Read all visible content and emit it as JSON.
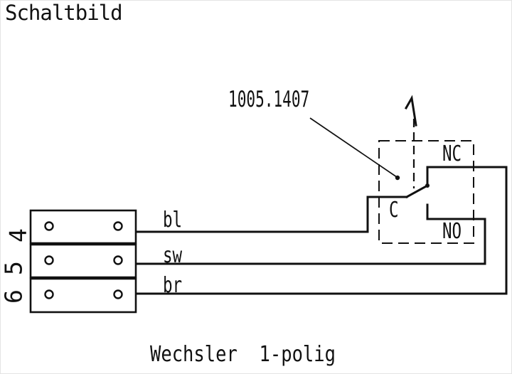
{
  "title": "Schaltbild",
  "annotation": {
    "part_number": "1005.1407"
  },
  "caption": "Wechsler  1-polig",
  "wires": [
    {
      "terminal": "4",
      "label": "bl"
    },
    {
      "terminal": "5",
      "label": "sw"
    },
    {
      "terminal": "6",
      "label": "br"
    }
  ],
  "switch_contacts": {
    "nc": "NC",
    "common": "C",
    "no": "NO"
  },
  "colors": {
    "ink": "#111111",
    "background": "#ffffff"
  }
}
